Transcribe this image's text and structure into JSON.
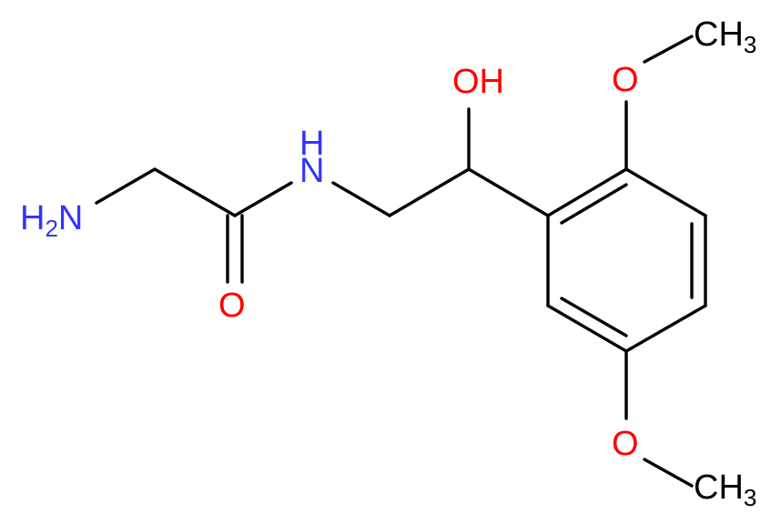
{
  "colors": {
    "bond": "#000000",
    "nitrogen": "#3333ff",
    "oxygen": "#ff0000",
    "carbon_label": "#000000",
    "background": "#ffffff"
  },
  "atoms": {
    "amine": {
      "main": "H",
      "sub": "2",
      "tail": "N"
    },
    "amide_nitrogen": {
      "main": "N",
      "hydrogen": "H"
    },
    "carbonyl_oxygen": {
      "main": "O"
    },
    "hydroxyl": {
      "main": "OH"
    },
    "methoxy_top_oxygen": {
      "main": "O"
    },
    "methoxy_top_methyl": {
      "main": "CH",
      "sub": "3"
    },
    "methoxy_bottom_oxygen": {
      "main": "O"
    },
    "methoxy_bottom_methyl": {
      "main": "CH",
      "sub": "3"
    }
  }
}
